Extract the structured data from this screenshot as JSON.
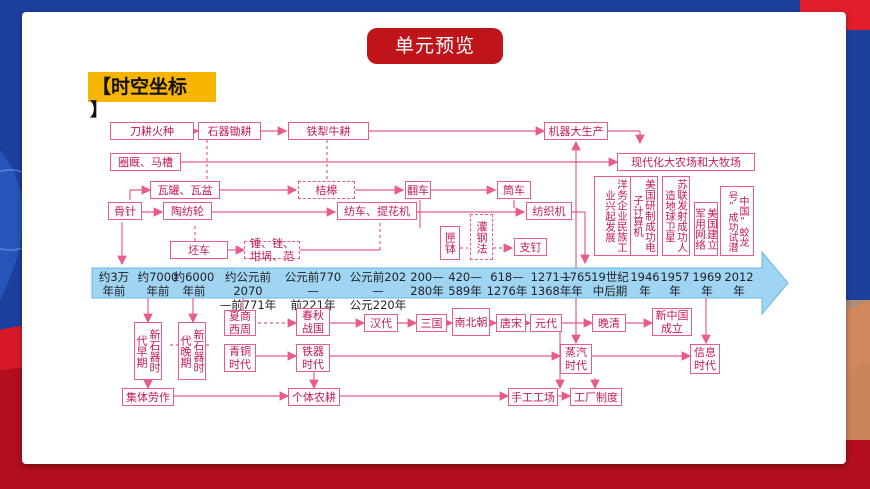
{
  "title": "单元预览",
  "section_label": "【时空坐标",
  "section_label_tail": "】",
  "colors": {
    "accent": "#c0141b",
    "highlight": "#f6b500",
    "box_border": "#e85c8c",
    "box_text": "#c2185b",
    "arrow": "#8ccbef",
    "line": "#e85c8c",
    "background": "#1d3f9e"
  },
  "timeline": [
    {
      "line1": "约3万",
      "line2": "年前"
    },
    {
      "line1": "约7000",
      "line2": "年前"
    },
    {
      "line1": "约6000",
      "line2": "年前"
    },
    {
      "line1": "约公元前2070",
      "line2": "—前771年"
    },
    {
      "line1": "公元前770—",
      "line2": "前221年"
    },
    {
      "line1": "公元前202—",
      "line2": "公元220年"
    },
    {
      "line1": "200—",
      "line2": "280年"
    },
    {
      "line1": "420—",
      "line2": "589年"
    },
    {
      "line1": "618—",
      "line2": "1276年"
    },
    {
      "line1": "1271—",
      "line2": "1368年"
    },
    {
      "line1": "1765",
      "line2": "年"
    },
    {
      "line1": "19世纪",
      "line2": "中后期"
    },
    {
      "line1": "1946",
      "line2": "年"
    },
    {
      "line1": "1957",
      "line2": "年"
    },
    {
      "line1": "1969",
      "line2": "年"
    },
    {
      "line1": "2012",
      "line2": "年"
    }
  ],
  "top_boxes": {
    "slash_burn": "刀耕火种",
    "stone_hoe": "石器锄耕",
    "iron_plough": "铁犁牛耕",
    "machine_production": "机器大生产",
    "pens": "圈厩、马槽",
    "modern_farm": "现代化大农场和大牧场",
    "pottery": "瓦罐、瓦盆",
    "shaduf": "桔槔",
    "waterwheel": "翻车",
    "tube_wheel": "筒车",
    "bone_needle": "骨针",
    "spinning_wheel": "陶纺轮",
    "loom": "纺车、提花机",
    "spinning_machine": "纺织机",
    "kiln": "坯车",
    "casting": "锤、锉、坩埚、范",
    "casting_tin": "匣钵",
    "irrigation_law": "灌钢法",
    "chopsticks": "支钉",
    "westernization": "洋务企业民族工业兴起发展",
    "computer": "美国研制成功电子计算机",
    "satellite": "苏联发射成功人造地球卫星",
    "arpanet": "美国建立军用网络",
    "jiaolong": "中国“蛟龙号”成功试潜"
  },
  "bottom_boxes": {
    "neolithic_early": "新石器时代早期",
    "neolithic_late": "新石器时代晚期",
    "xia_shang": "夏商西周",
    "spring_autumn": "春秋战国",
    "han": "汉代",
    "three_kingdoms": "三国",
    "north_south": "南北朝",
    "tang_song": "唐宋",
    "yuan": "元代",
    "late_qing": "晚清",
    "new_china": "新中国成立",
    "bronze_age": "青铜时代",
    "iron_age": "铁器时代",
    "steam_age": "蒸汽时代",
    "info_age": "信息时代",
    "collective_labor": "集体劳作",
    "individual_farming": "个体农耕",
    "handicraft": "手工工场",
    "factory": "工厂制度"
  }
}
